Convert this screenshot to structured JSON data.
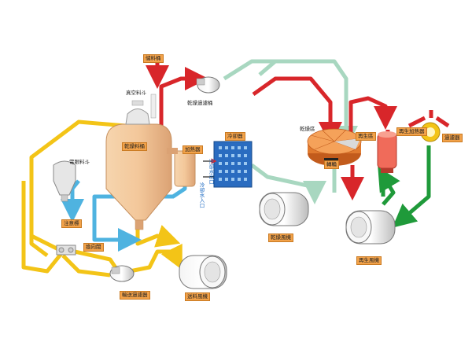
{
  "labels": {
    "raw_hopper": "储料桶",
    "vacuum_hopper": "真空料斗",
    "dryer_hopper": "乾燥料桶",
    "dry_filter": "乾燥過濾桶",
    "cooler": "冷卻器",
    "cooling_water_out": "冷卻水出口",
    "cooling_water_in": "冷卻水入口",
    "heater": "加熱器",
    "dry_zone": "乾燥區",
    "regen_zone": "再生區",
    "regen_heater": "再生加熱器",
    "regen_filter": "過濾器",
    "rotor": "轉輪",
    "dry_blower": "乾燥風機",
    "regen_blower": "再生風機",
    "electric_hopper": "電眼料斗",
    "alarm": "注意標",
    "switch_valve": "換向閥",
    "conveying_filter": "輸送過濾器",
    "conveying_blower": "送料風機"
  },
  "colors": {
    "hot_air": "#d8262a",
    "regen_air": "#1f9a3a",
    "return_air": "#a8d7c0",
    "material": "#f3c417",
    "cooling_air": "#4fb3e0",
    "tank": "#f3c79a",
    "label_bg": "#f2a24a"
  }
}
